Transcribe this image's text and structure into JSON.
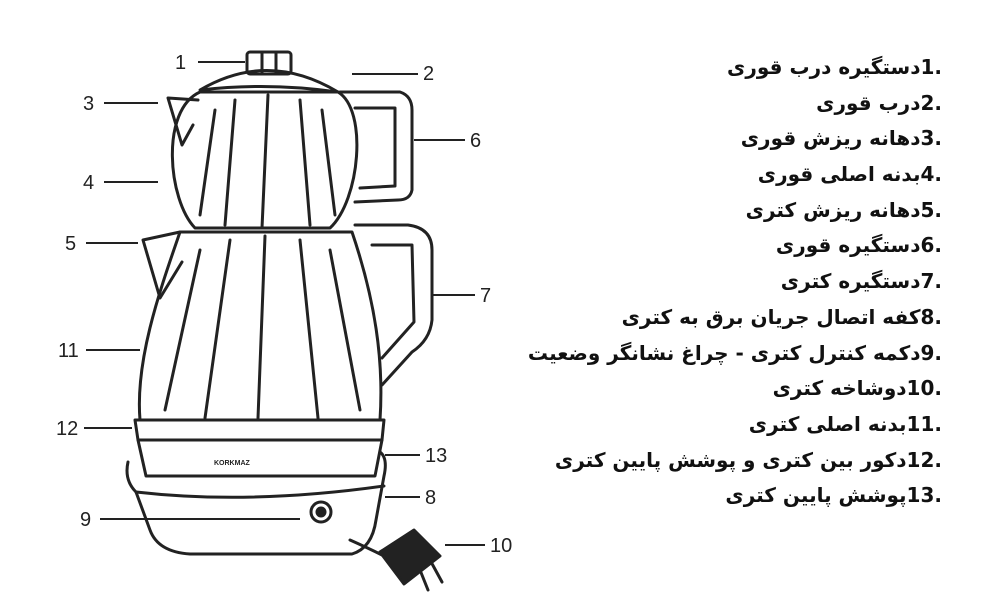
{
  "legend": [
    {
      "number": "1",
      "text": "دستگیره درب قوری"
    },
    {
      "number": "2",
      "text": "درب قوری"
    },
    {
      "number": "3",
      "text": "دهانه ریزش قوری"
    },
    {
      "number": "4",
      "text": "بدنه اصلی قوری"
    },
    {
      "number": "5",
      "text": "دهانه ریزش کتری"
    },
    {
      "number": "6",
      "text": "دستگیره قوری"
    },
    {
      "number": "7",
      "text": "دستگیره کتری"
    },
    {
      "number": "8",
      "text": "کفه اتصال جریان برق به کتری"
    },
    {
      "number": "9",
      "text": "دکمه کنترل کتری - چراغ نشانگر وضعیت"
    },
    {
      "number": "10",
      "text": "دوشاخه کتری"
    },
    {
      "number": "11",
      "text": "بدنه اصلی کتری"
    },
    {
      "number": "12",
      "text": "دکور بین کتری و پوشش پایین کتری"
    },
    {
      "number": "13",
      "text": "پوشش پایین کتری"
    }
  ],
  "brand_text": "KORKMAZ",
  "colors": {
    "ink": "#222222",
    "background": "#ffffff"
  }
}
